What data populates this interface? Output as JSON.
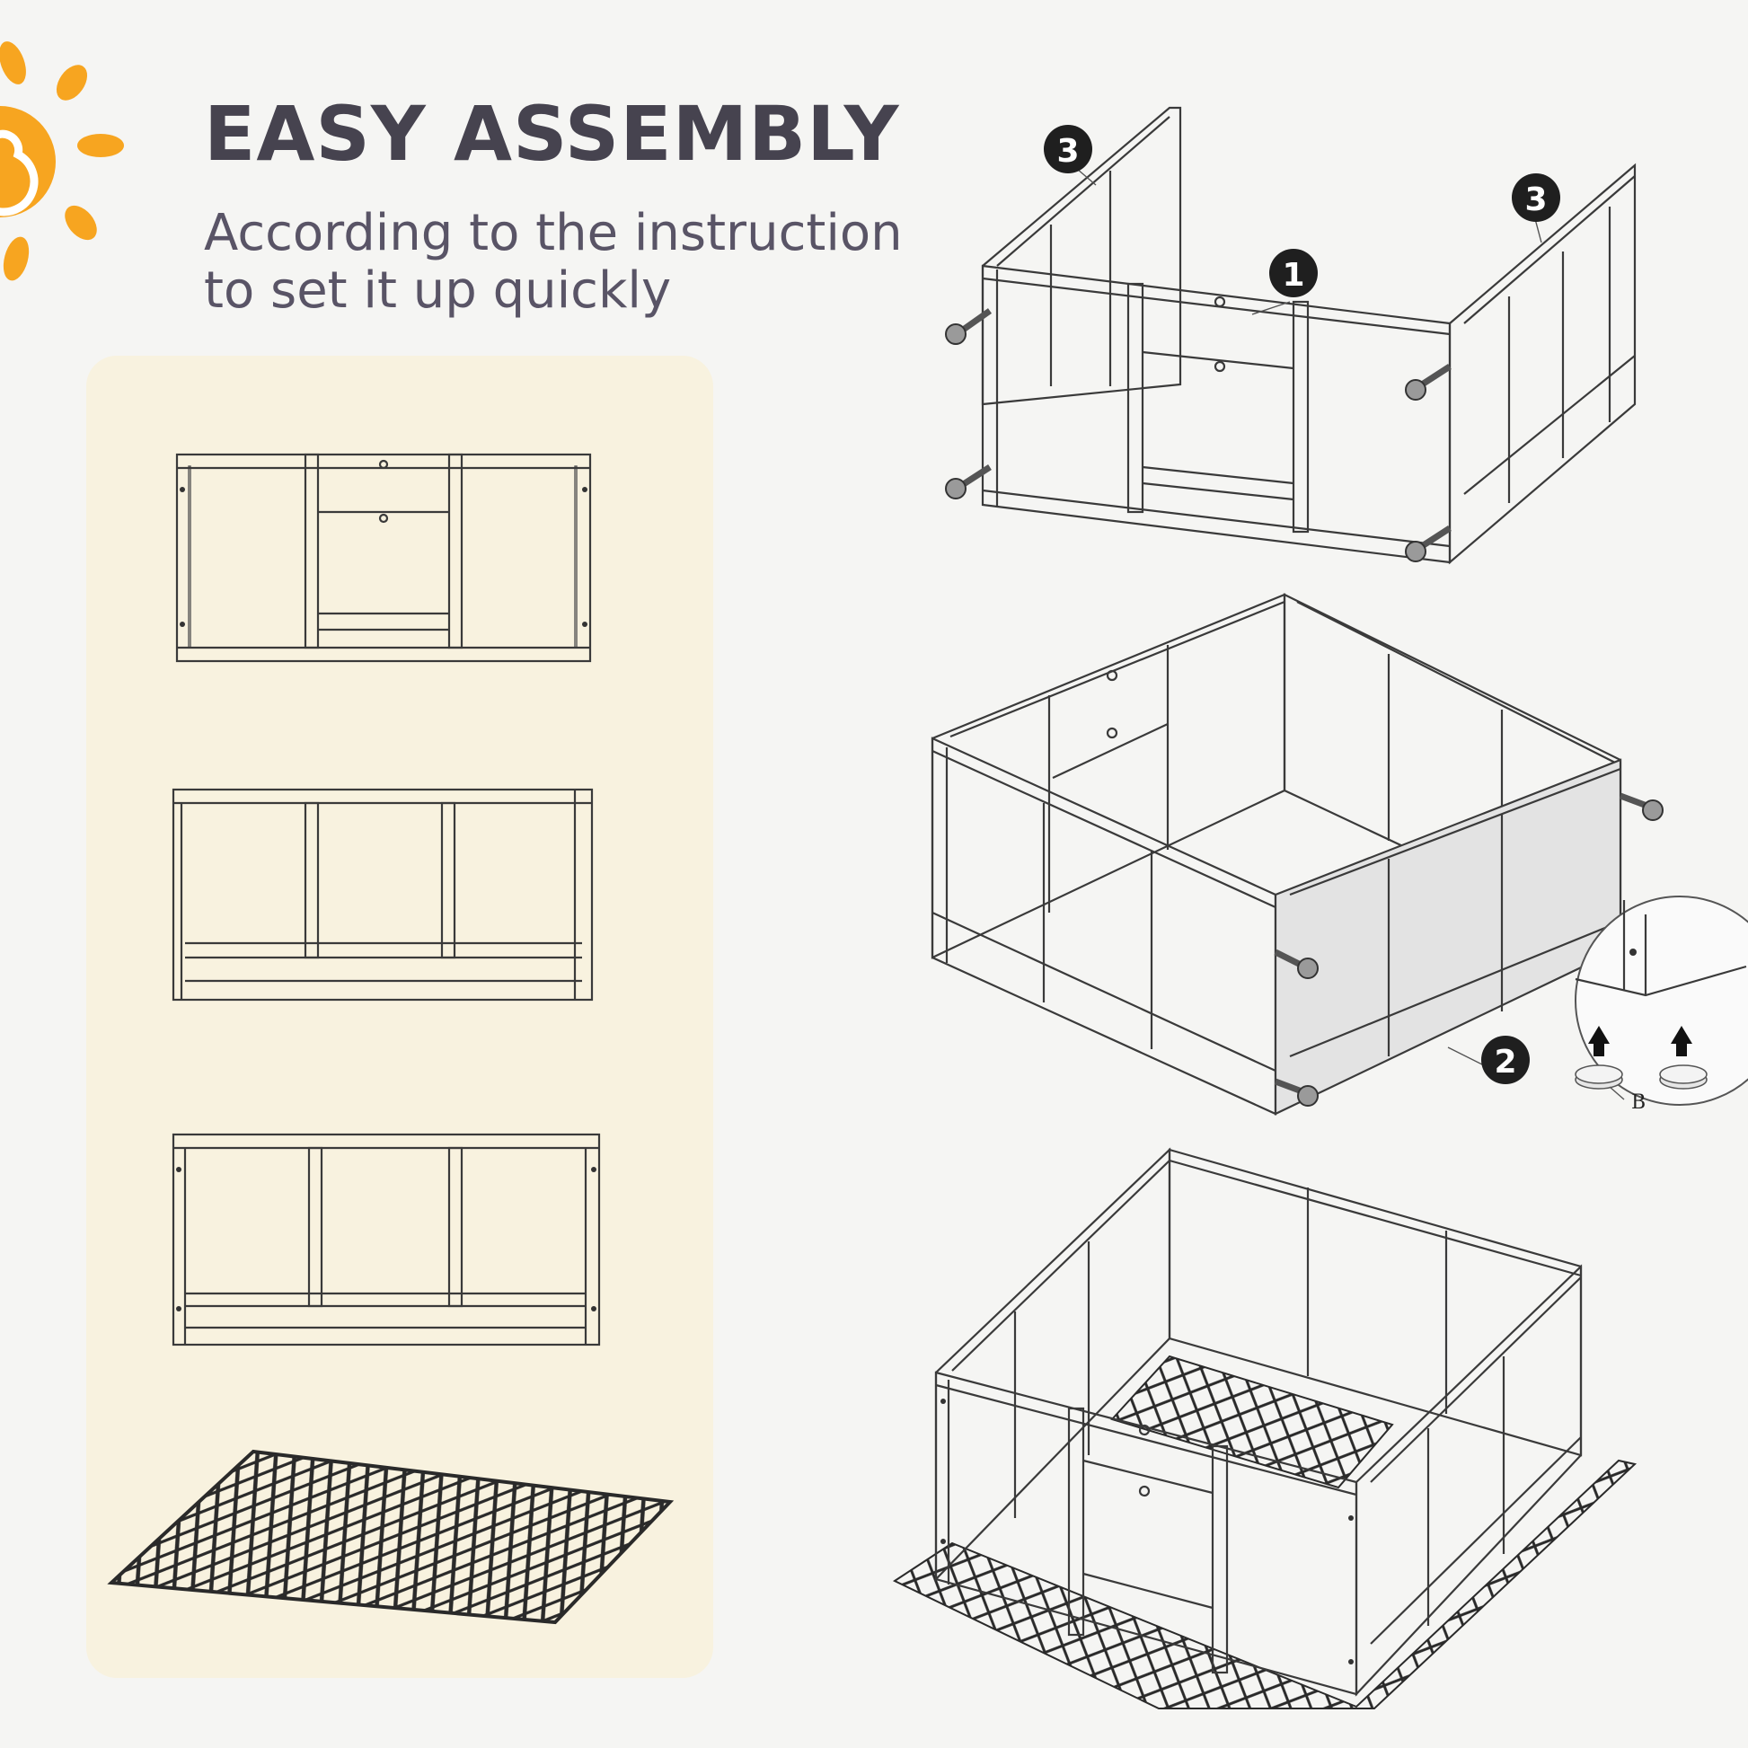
{
  "header": {
    "title": "EASY ASSEMBLY",
    "subtitle_line1": "According to the instruction",
    "subtitle_line2": "to set it up quickly"
  },
  "icons": {
    "sun": "sun-icon",
    "screw": "screw-icon",
    "arrow_up": "arrow-up-icon"
  },
  "steps": {
    "step1_badge": "1",
    "step2_badge": "2",
    "step3_badge": "3"
  },
  "detail": {
    "part_label": "B"
  },
  "colors": {
    "background": "#f5f5f3",
    "panel": "#f8f2df",
    "title": "#46434f",
    "subtitle": "#595466",
    "sun": "#f7a520",
    "badge": "#1f1f1f"
  }
}
